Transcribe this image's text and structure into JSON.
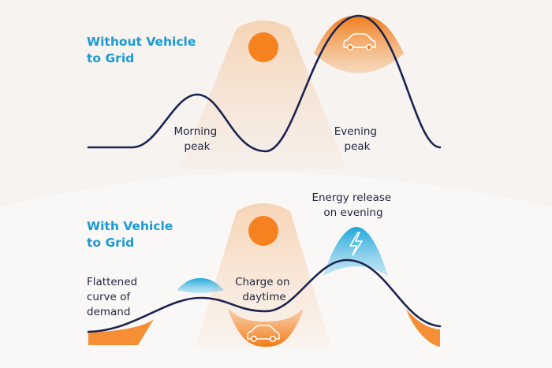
{
  "top_panel": {
    "title_line1": "Without Vehicle",
    "title_line2": "to Grid",
    "morning_line1": "Morning",
    "morning_line2": "peak",
    "evening_line1": "Evening",
    "evening_line2": "peak",
    "sun_icon": "sun-icon",
    "car_icon": "car-icon"
  },
  "bottom_panel": {
    "title_line1": "With Vehicle",
    "title_line2": "to Grid",
    "flattened_line1": "Flattened",
    "flattened_line2": "curve of",
    "flattened_line3": "demand",
    "charge_line1": "Charge on",
    "charge_line2": "daytime",
    "release_line1": "Energy release",
    "release_line2": "on evening",
    "sun_icon": "sun-icon",
    "car_icon": "car-icon",
    "bolt_icon": "lightning-bolt-icon"
  },
  "colors": {
    "background": "#f6f3f1",
    "title": "#1b9ad6",
    "curve": "#1c2452",
    "orange": "#f5821f",
    "blue": "#35b3e0",
    "sun_beam": "#f7d9bd"
  }
}
